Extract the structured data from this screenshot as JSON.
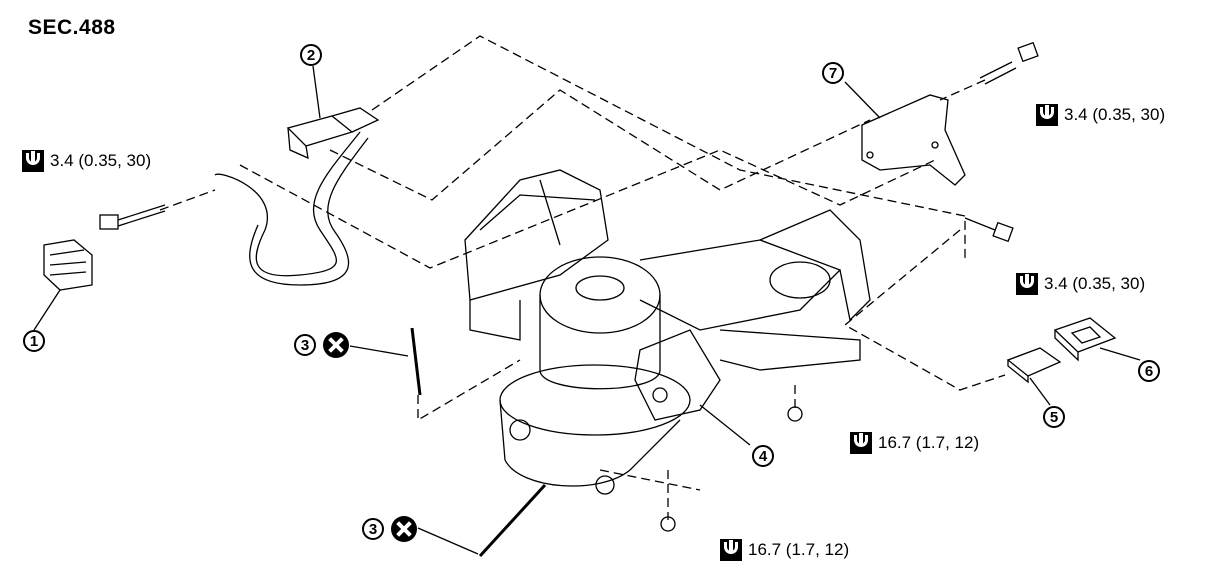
{
  "section_label": "SEC.488",
  "parts": [
    {
      "number": "1"
    },
    {
      "number": "2"
    },
    {
      "number": "3"
    },
    {
      "number": "3"
    },
    {
      "number": "4"
    },
    {
      "number": "5"
    },
    {
      "number": "6"
    },
    {
      "number": "7"
    }
  ],
  "torque_specs": [
    {
      "value": "3.4 (0.35, 30)"
    },
    {
      "value": "3.4 (0.35, 30)"
    },
    {
      "value": "3.4 (0.35, 30)"
    },
    {
      "value": "16.7 (1.7, 12)"
    },
    {
      "value": "16.7 (1.7, 12)"
    }
  ],
  "icons": [
    "torque-wrench-icon",
    "do-not-reuse-icon"
  ]
}
